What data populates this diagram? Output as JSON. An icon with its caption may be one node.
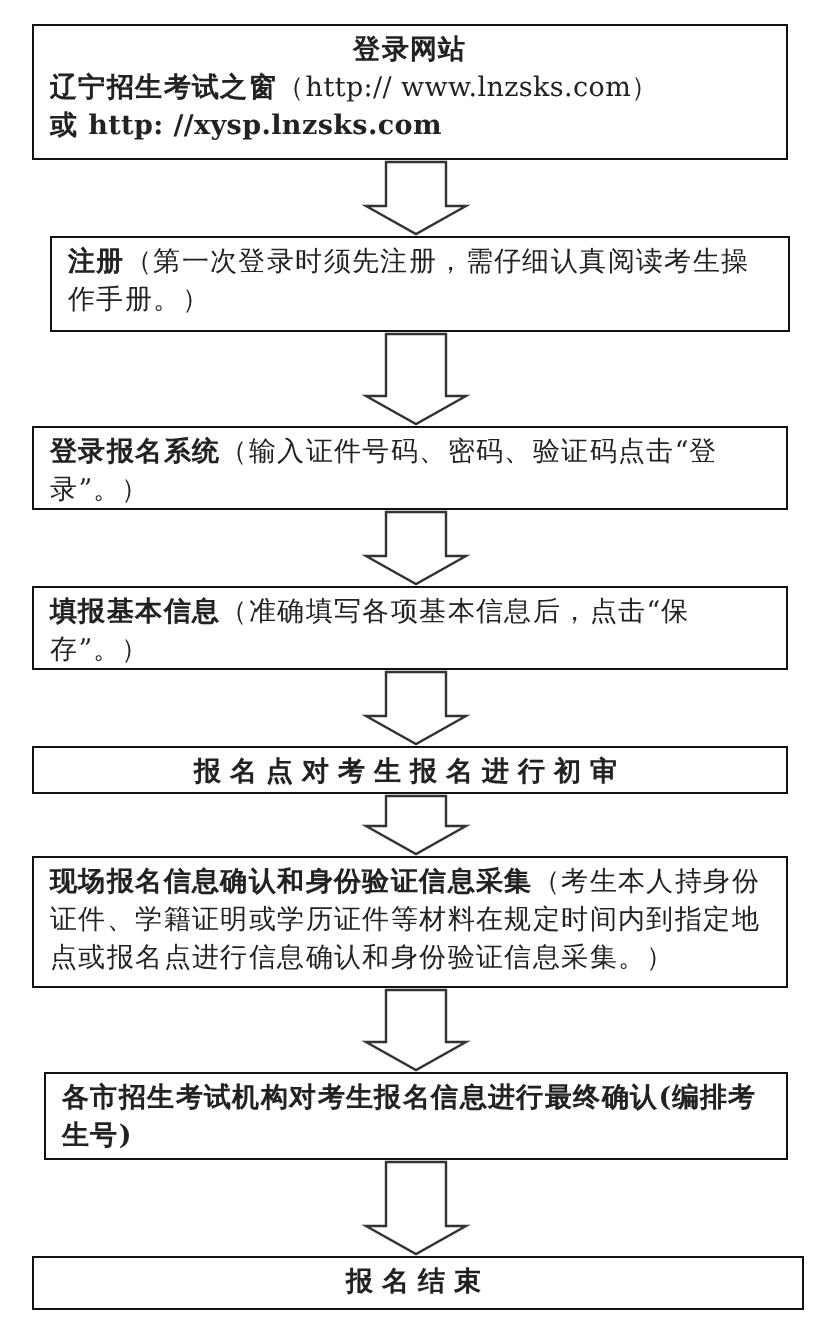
{
  "diagram": {
    "nodes": [
      {
        "text": [
          "登录网站",
          "**辽宁招生考试之窗**（http:// www.lnzsks.com）",
          "**或 http: //xysp.lnzsks.com**"
        ]
      },
      {
        "text": [
          "**注册**（第一次登录时须先注册，需仔细认真阅读考生操作手册。）"
        ]
      },
      {
        "text": [
          "**登录报名系统**（输入证件号码、密码、验证码点击“登录”。）"
        ]
      },
      {
        "text": [
          "**填报基本信息**（准确填写各项基本信息后，点击“保存”。）"
        ]
      },
      {
        "text": [
          "报名点对考生报名进行初审"
        ]
      },
      {
        "text": [
          "**现场报名信息确认和身份验证信息采集**（考生本人持身份证件、学籍证明或学历证件等材料在规定时间内到指定地点或报名点进行信息确认和身份验证信息采集。）"
        ]
      },
      {
        "text": [
          "各市招生考试机构对考生报名信息进行最终确认(编排考生号)"
        ]
      },
      {
        "text": [
          "报名结束"
        ]
      }
    ],
    "edges": [
      {
        "from": 0,
        "to": 1,
        "arrow": "to"
      },
      {
        "from": 1,
        "to": 2,
        "arrow": "to"
      },
      {
        "from": 2,
        "to": 3,
        "arrow": "to"
      },
      {
        "from": 3,
        "to": 4,
        "arrow": "to"
      },
      {
        "from": 4,
        "to": 5,
        "arrow": "to"
      },
      {
        "from": 5,
        "to": 6,
        "arrow": "to"
      },
      {
        "from": 6,
        "to": 7,
        "arrow": "to"
      }
    ]
  }
}
